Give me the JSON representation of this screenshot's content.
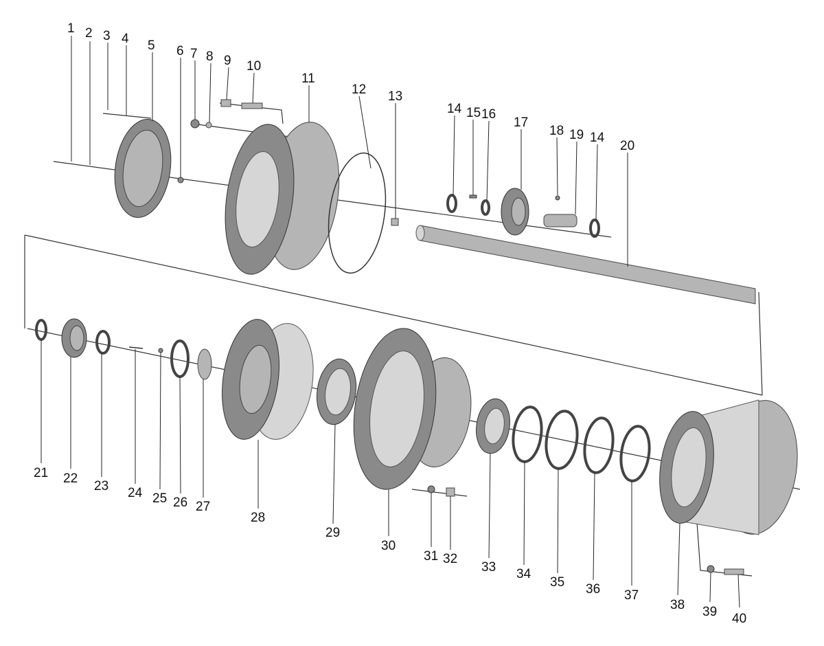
{
  "colors": {
    "background": "#ffffff",
    "ink": "#111111",
    "metal_dark": "#8a8a8a",
    "metal_mid": "#b5b5b5",
    "metal_light": "#d6d6d6"
  },
  "callouts": [
    "1",
    "2",
    "3",
    "4",
    "5",
    "6",
    "7",
    "8",
    "9",
    "10",
    "11",
    "12",
    "13",
    "14",
    "15",
    "16",
    "17",
    "18",
    "19",
    "14",
    "20",
    "21",
    "22",
    "23",
    "24",
    "25",
    "26",
    "27",
    "28",
    "29",
    "30",
    "31",
    "32",
    "33",
    "34",
    "35",
    "36",
    "37",
    "38",
    "39",
    "40"
  ]
}
